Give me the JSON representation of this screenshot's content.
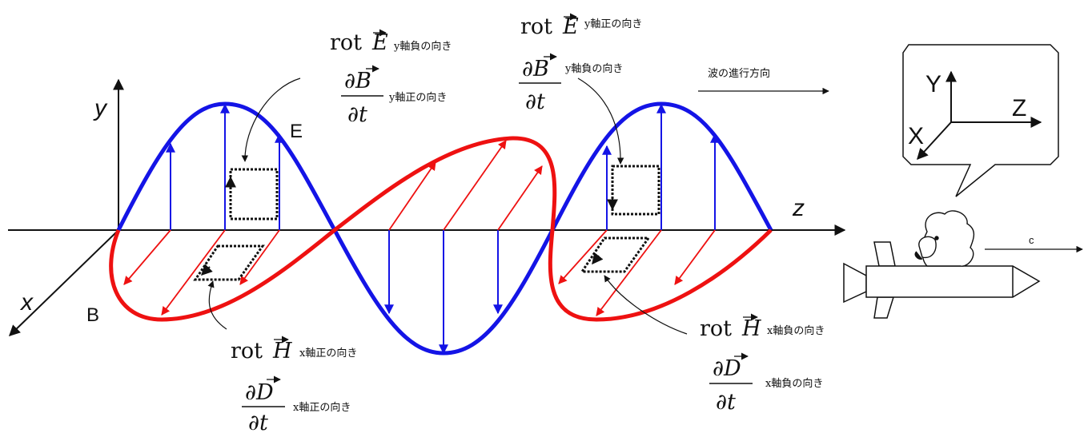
{
  "colors": {
    "electric": "#1414e6",
    "magnetic": "#ee1111",
    "ink": "#111111"
  },
  "axes": {
    "y_label": "y",
    "x_label": "x",
    "z_label": "z",
    "e_label": "E",
    "b_label": "B"
  },
  "annotations": {
    "rotE1": {
      "op": "rot",
      "sym": "E",
      "dir": "y軸負の向き"
    },
    "dBdt1": {
      "num": "∂B",
      "den": "∂t",
      "dir": "y軸正の向き"
    },
    "rotE2": {
      "op": "rot",
      "sym": "E",
      "dir": "y軸正の向き"
    },
    "dBdt2": {
      "num": "∂B",
      "den": "∂t",
      "dir": "y軸負の向き"
    },
    "rotH1": {
      "op": "rot",
      "sym": "H",
      "dir": "x軸正の向き"
    },
    "dDdt1": {
      "num": "∂D",
      "den": "∂t",
      "dir": "x軸正の向き"
    },
    "rotH2": {
      "op": "rot",
      "sym": "H",
      "dir": "x軸負の向き"
    },
    "dDdt2": {
      "num": "∂D",
      "den": "∂t",
      "dir": "x軸負の向き"
    }
  },
  "propagation_label": "波の進行方向",
  "observer": {
    "bubble_axes": {
      "y": "Y",
      "z": "Z",
      "x": "X"
    },
    "speed_label": "c"
  }
}
